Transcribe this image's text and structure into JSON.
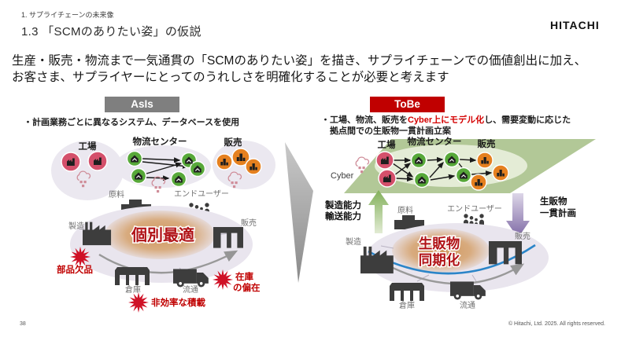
{
  "colors": {
    "asis_gray": "#7f7f7f",
    "tobe_red": "#c00000",
    "accent_red_text": "#d40000",
    "center_text_red": "#b01216",
    "node_pink": "#d4506b",
    "node_green": "#57a839",
    "node_orange": "#e5801f",
    "cyber_layer_green": "#b2c897",
    "ellipse_lavender": "#e9e5ee",
    "sync_blue": "#2b85c8",
    "issue_burst_red": "#cf1126"
  },
  "header": {
    "breadcrumb": "1. サプライチェーンの未来像",
    "title": "1.3 「SCMのありたい姿」の仮説",
    "logo": "HITACHI"
  },
  "lead": {
    "line1": "生産・販売・物流まで一気通貫の「SCMのありたい姿」を描き、サプライチェーンでの価値創出に加え、",
    "line2": "お客さま、サプライヤーにとってのうれしさを明確化することが必要と考えます"
  },
  "asis": {
    "tag": "AsIs",
    "bullet": "・計画業務ごとに異なるシステム、データベースを使用",
    "group_factory": "工場",
    "group_logistics": "物流センター",
    "group_sales": "販売",
    "raw_material": "原料",
    "end_user": "エンドユーザー",
    "manufacturing": "製造",
    "sales": "販売",
    "warehouse": "倉庫",
    "distribution": "流通",
    "center_label": "個別最適",
    "issue_parts": "部品欠品",
    "issue_loading": "非効率な積載",
    "issue_inventory_1": "在庫",
    "issue_inventory_2": "の偏在"
  },
  "tobe": {
    "tag": "ToBe",
    "bullet_1a": "・工場、物流、販売を",
    "bullet_1b": "Cyber上にモデル化",
    "bullet_1c": "し、需要変動に応じた",
    "bullet_2": "拠点間での生販物一貫計画立案",
    "cyber": "Cyber",
    "group_factory": "工場",
    "group_logistics": "物流センター",
    "group_sales": "販売",
    "capacity_1": "製造能力",
    "capacity_2": "輸送能力",
    "plan_1": "生販物",
    "plan_2": "一貫計画",
    "raw_material": "原料",
    "end_user": "エンドユーザー",
    "manufacturing": "製造",
    "sales": "販売",
    "warehouse": "倉庫",
    "distribution": "流通",
    "center_1": "生販物",
    "center_2": "同期化"
  },
  "footer": {
    "page_number": "38",
    "copyright": "© Hitachi, Ltd. 2025. All rights reserved."
  }
}
